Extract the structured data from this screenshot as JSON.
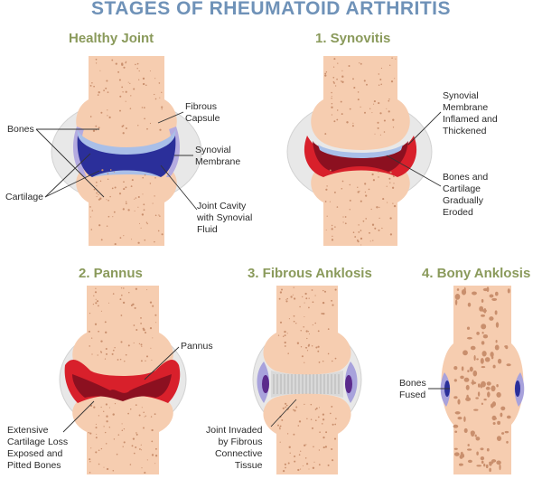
{
  "title": "STAGES OF RHEUMATOID ARTHRITIS",
  "colors": {
    "title": "#6f92b8",
    "panel_title": "#8a9a5b",
    "bone": "#f6cdb0",
    "capsule": "#e6e6e6",
    "cartilage": "#a9bfe8",
    "synovial_membrane": "#a8a2dc",
    "joint_cavity": "#2b2f9a",
    "inflamed": "#d8202b",
    "pannus_dark": "#8c1020",
    "fibrous_tissue": "#d9d9d9"
  },
  "panels": {
    "healthy": {
      "title": "Healthy Joint",
      "labels": {
        "bones": "Bones",
        "fibrous_capsule": "Fibrous\nCapsule",
        "synovial_membrane": "Synovial\nMembrane",
        "cartilage": "Cartilage",
        "joint_cavity": "Joint Cavity\nwith Synovial\nFluid"
      }
    },
    "synovitis": {
      "title": "1. Synovitis",
      "labels": {
        "membrane": "Synovial\nMembrane\nInflamed and\nThickened",
        "eroded": "Bones and\nCartilage\nGradually\nEroded"
      }
    },
    "pannus": {
      "title": "2. Pannus",
      "labels": {
        "pannus": "Pannus",
        "cartilage_loss": "Extensive\nCartilage Loss\nExposed and\nPitted Bones"
      }
    },
    "fibrous": {
      "title": "3. Fibrous Anklosis",
      "labels": {
        "invaded": "Joint Invaded\nby Fibrous\nConnective\nTissue"
      }
    },
    "bony": {
      "title": "4. Bony Anklosis",
      "labels": {
        "fused": "Bones\nFused"
      }
    }
  }
}
